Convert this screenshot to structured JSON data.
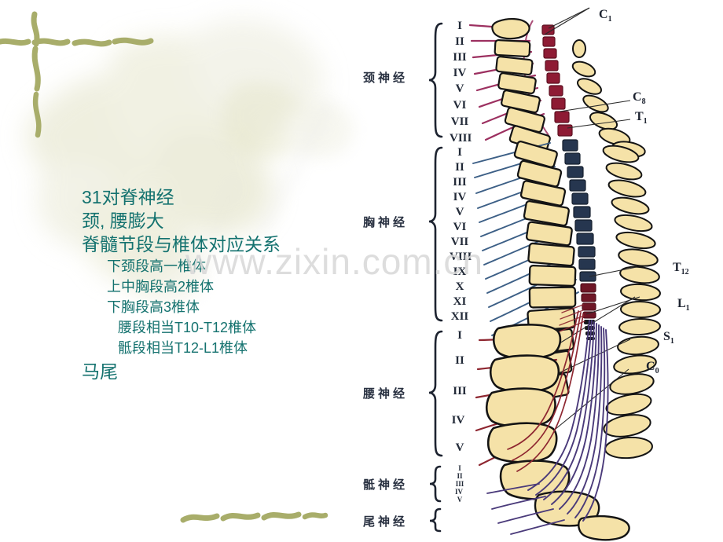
{
  "slide": {
    "title_lines": [
      "31对脊神经",
      "颈, 腰膨大",
      "脊髓节段与椎体对应关系"
    ],
    "detail_lines": [
      "下颈段高一椎体",
      "上中胸段高2椎体",
      "下胸段高3椎体",
      "腰段相当T10-T12椎体",
      "骶段相当T12-L1椎体"
    ],
    "closing_line": "马尾",
    "text_color": "#14726f"
  },
  "watermark": {
    "text": "www.zixin.com.cn",
    "color": "#d8d8d8"
  },
  "diagram": {
    "groups": [
      {
        "name": "cervical",
        "label": "颈神经",
        "numerals": [
          "I",
          "II",
          "III",
          "IV",
          "V",
          "VI",
          "VII",
          "VIII"
        ]
      },
      {
        "name": "thoracic",
        "label": "胸神经",
        "numerals": [
          "I",
          "II",
          "III",
          "IV",
          "V",
          "VI",
          "VII",
          "VIII",
          "IX",
          "X",
          "XI",
          "XII"
        ]
      },
      {
        "name": "lumbar",
        "label": "腰神经",
        "numerals": [
          "I",
          "II",
          "III",
          "IV",
          "V"
        ]
      },
      {
        "name": "sacral",
        "label": "骶神经",
        "numerals": [
          "I",
          "II",
          "III",
          "IV",
          "V"
        ]
      },
      {
        "name": "coccygeal",
        "label": "尾神经",
        "numerals": []
      }
    ],
    "side_labels": [
      {
        "name": "c1",
        "text": "C",
        "sub": "1"
      },
      {
        "name": "c8",
        "text": "C",
        "sub": "8"
      },
      {
        "name": "t1",
        "text": "T",
        "sub": "1"
      },
      {
        "name": "t12",
        "text": "T",
        "sub": "12"
      },
      {
        "name": "l1",
        "text": "L",
        "sub": "1"
      },
      {
        "name": "s1",
        "text": "S",
        "sub": "1"
      },
      {
        "name": "c0",
        "text": "C",
        "sub": "0"
      }
    ],
    "colors": {
      "vertebra_fill": "#f5e2a8",
      "vertebra_outline": "#141414",
      "cord_cervical": "#8e1b34",
      "cord_thoracic": "#26364f",
      "nerve_cervical": "#9c3060",
      "nerve_thoracic": "#3c5f86",
      "nerve_lumbar": "#8e2630",
      "cauda_equina": "#4a3a7a"
    }
  },
  "background": {
    "stroke_color": "#a8ad6a",
    "leaf_shadow_color": "#ddddc0"
  }
}
